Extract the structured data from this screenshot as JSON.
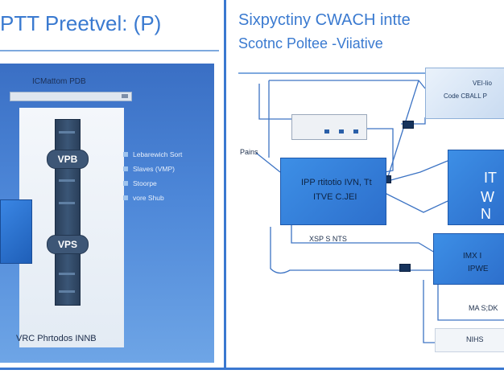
{
  "left": {
    "title": "PTT Preetvel: (P)",
    "module_title": "ICMattom PDB",
    "rack_labels": [
      "VPB",
      "VPS"
    ],
    "legend": [
      "Lebarewich Sort",
      "Slaves (VMP)",
      "Stoorpe",
      "vore Shub"
    ],
    "footer": "VRC Phrtodos INNB"
  },
  "right": {
    "title": "Sixpyctiny CWACH intte",
    "subtitle": "Scotnc Poltee -Viiative",
    "pains_label": "Pains",
    "center_box": {
      "line1": "IPP rtitotio IVN, Tt",
      "line2": "ITVE C.JEI"
    },
    "center_caption": "XSP S NTS",
    "top_box": {
      "line1": "VEI-Iio",
      "line2": "Code CBALL P"
    },
    "mid_box": {
      "line1": "IT",
      "line2": "W N"
    },
    "bottom_box": {
      "line1": "IMX I",
      "line2": "IPWE"
    },
    "bottom_box_caption": "MA S;DK",
    "bottom_white_label": "NIHS"
  },
  "colors": {
    "accent": "#3a7ad0",
    "panel_blue": "#3a6fc4",
    "box_blue": "#2d6fcc",
    "dark_navy": "#16335c"
  }
}
